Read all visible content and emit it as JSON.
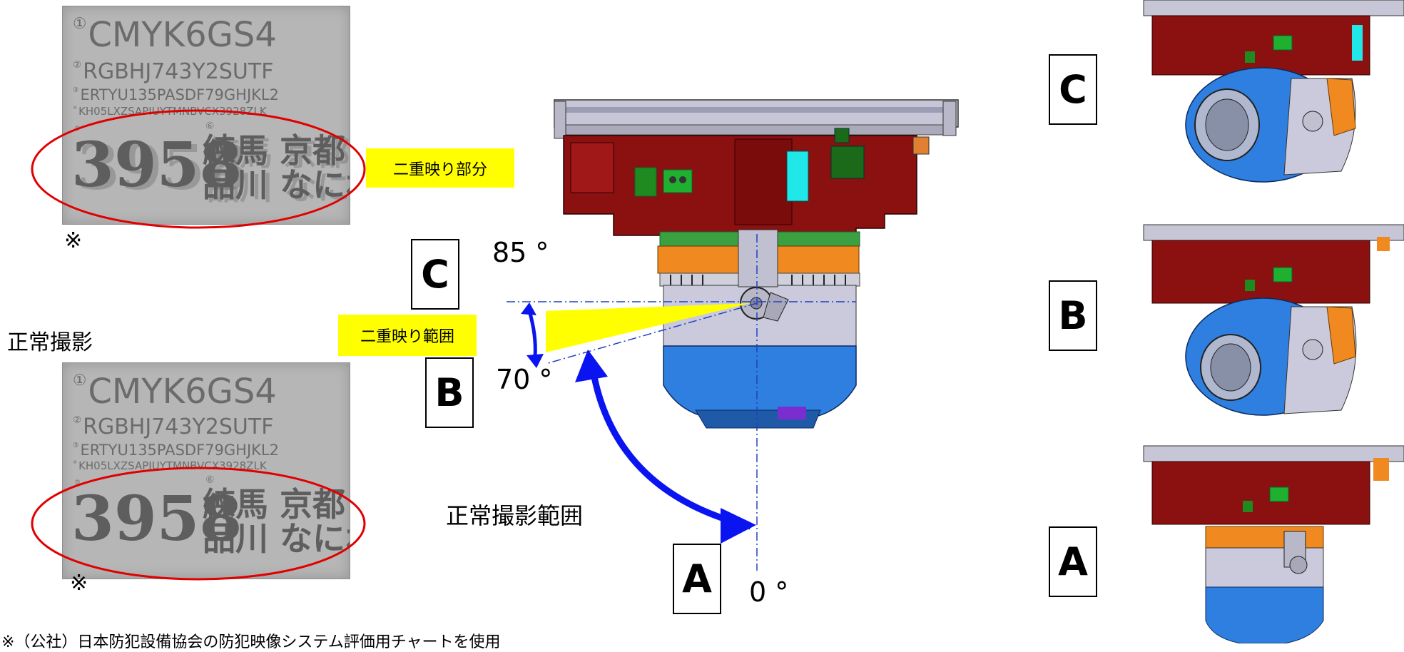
{
  "top_chart": {
    "line1": "CMYK6GS4",
    "line2": "RGBHJ743Y2SUTF",
    "line3": "ERTYU135PASDF79GHJKL2",
    "line4": "KH05LXZSAPIUYTMNBVCX3928ZLK",
    "marker1": "①",
    "marker2": "②",
    "marker3": "③",
    "marker4": "④",
    "marker5": "⑤",
    "marker6": "⑥",
    "number": "3958",
    "kanji_top": "練馬 京都",
    "kanji_bottom": "品川 なにわ"
  },
  "bottom_chart": {
    "line1": "CMYK6GS4",
    "line2": "RGBHJ743Y2SUTF",
    "line3": "ERTYU135PASDF79GHJKL2",
    "line4": "KH05LXZSAPIUYTMNBVCX3928ZLK",
    "marker1": "①",
    "marker2": "②",
    "marker3": "③",
    "marker4": "④",
    "marker5": "⑤",
    "marker6": "⑥",
    "number": "3958",
    "kanji_top": "練馬 京都",
    "kanji_bottom": "品川 なにわ"
  },
  "labels": {
    "double_image_part": "二重映り部分",
    "double_image_range": "二重映り範囲",
    "normal_shooting": "正常撮影",
    "normal_shooting_range": "正常撮影範囲",
    "reference_mark_top": "※",
    "reference_mark_bottom": "※",
    "footnote": "※（公社）日本防犯設備協会の防犯映像システム評価用チャートを使用"
  },
  "angles": {
    "c": "85 °",
    "b": "70 °",
    "a": "0 °"
  },
  "positions": {
    "left_c": "C",
    "left_b": "B",
    "left_a": "A",
    "right_c": "C",
    "right_b": "B",
    "right_a": "A"
  },
  "colors": {
    "highlight": "#ffff00",
    "ellipse": "#e00000",
    "arrow": "#0a14f0",
    "axis": "#2040c0",
    "dome_blue": "#2f7fe0",
    "pcb_red": "#8b1010",
    "housing_grey": "#c8c8d8",
    "ring_orange": "#f08a20"
  }
}
